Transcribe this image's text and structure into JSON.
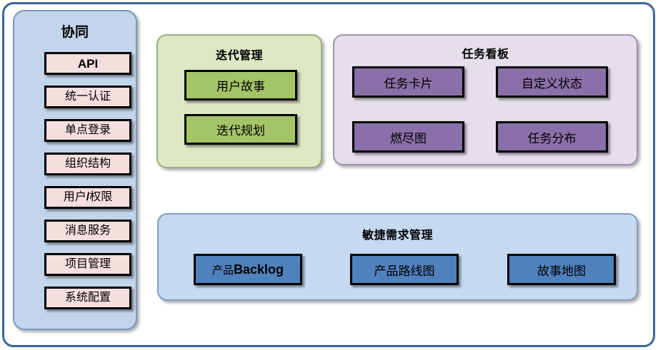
{
  "diagram": {
    "frame_border_color": "#39679b",
    "background": "#ffffff"
  },
  "sidebar": {
    "title": "协同",
    "panel_color": "#c3d5ea",
    "item_color": "#f4dede",
    "items": [
      {
        "label": "API",
        "bold": true
      },
      {
        "label": "统一认证",
        "bold": false
      },
      {
        "label": "单点登录",
        "bold": false
      },
      {
        "label": "组织结构",
        "bold": false
      },
      {
        "label": "用户/权限",
        "bold": false
      },
      {
        "label": "消息服务",
        "bold": false
      },
      {
        "label": "项目管理",
        "bold": false
      },
      {
        "label": "系统配置",
        "bold": false
      }
    ]
  },
  "iteration": {
    "title": "迭代管理",
    "panel_color": "#dce7c3",
    "box_color": "#a4c468",
    "boxes": [
      {
        "label": "用户故事"
      },
      {
        "label": "迭代规划"
      }
    ]
  },
  "taskboard": {
    "title": "任务看板",
    "panel_color": "#e4dfea",
    "box_color": "#8b6fa8",
    "boxes": [
      {
        "label": "任务卡片"
      },
      {
        "label": "自定义状态"
      },
      {
        "label": "燃尽图"
      },
      {
        "label": "任务分布"
      }
    ]
  },
  "agile": {
    "title": "敏捷需求管理",
    "panel_color": "#c5d9f1",
    "box_color": "#4f81bd",
    "boxes": [
      {
        "label": "产品Backlog",
        "prefix": "产品",
        "suffix": "Backlog"
      },
      {
        "label": "产品路线图"
      },
      {
        "label": "故事地图"
      }
    ]
  }
}
